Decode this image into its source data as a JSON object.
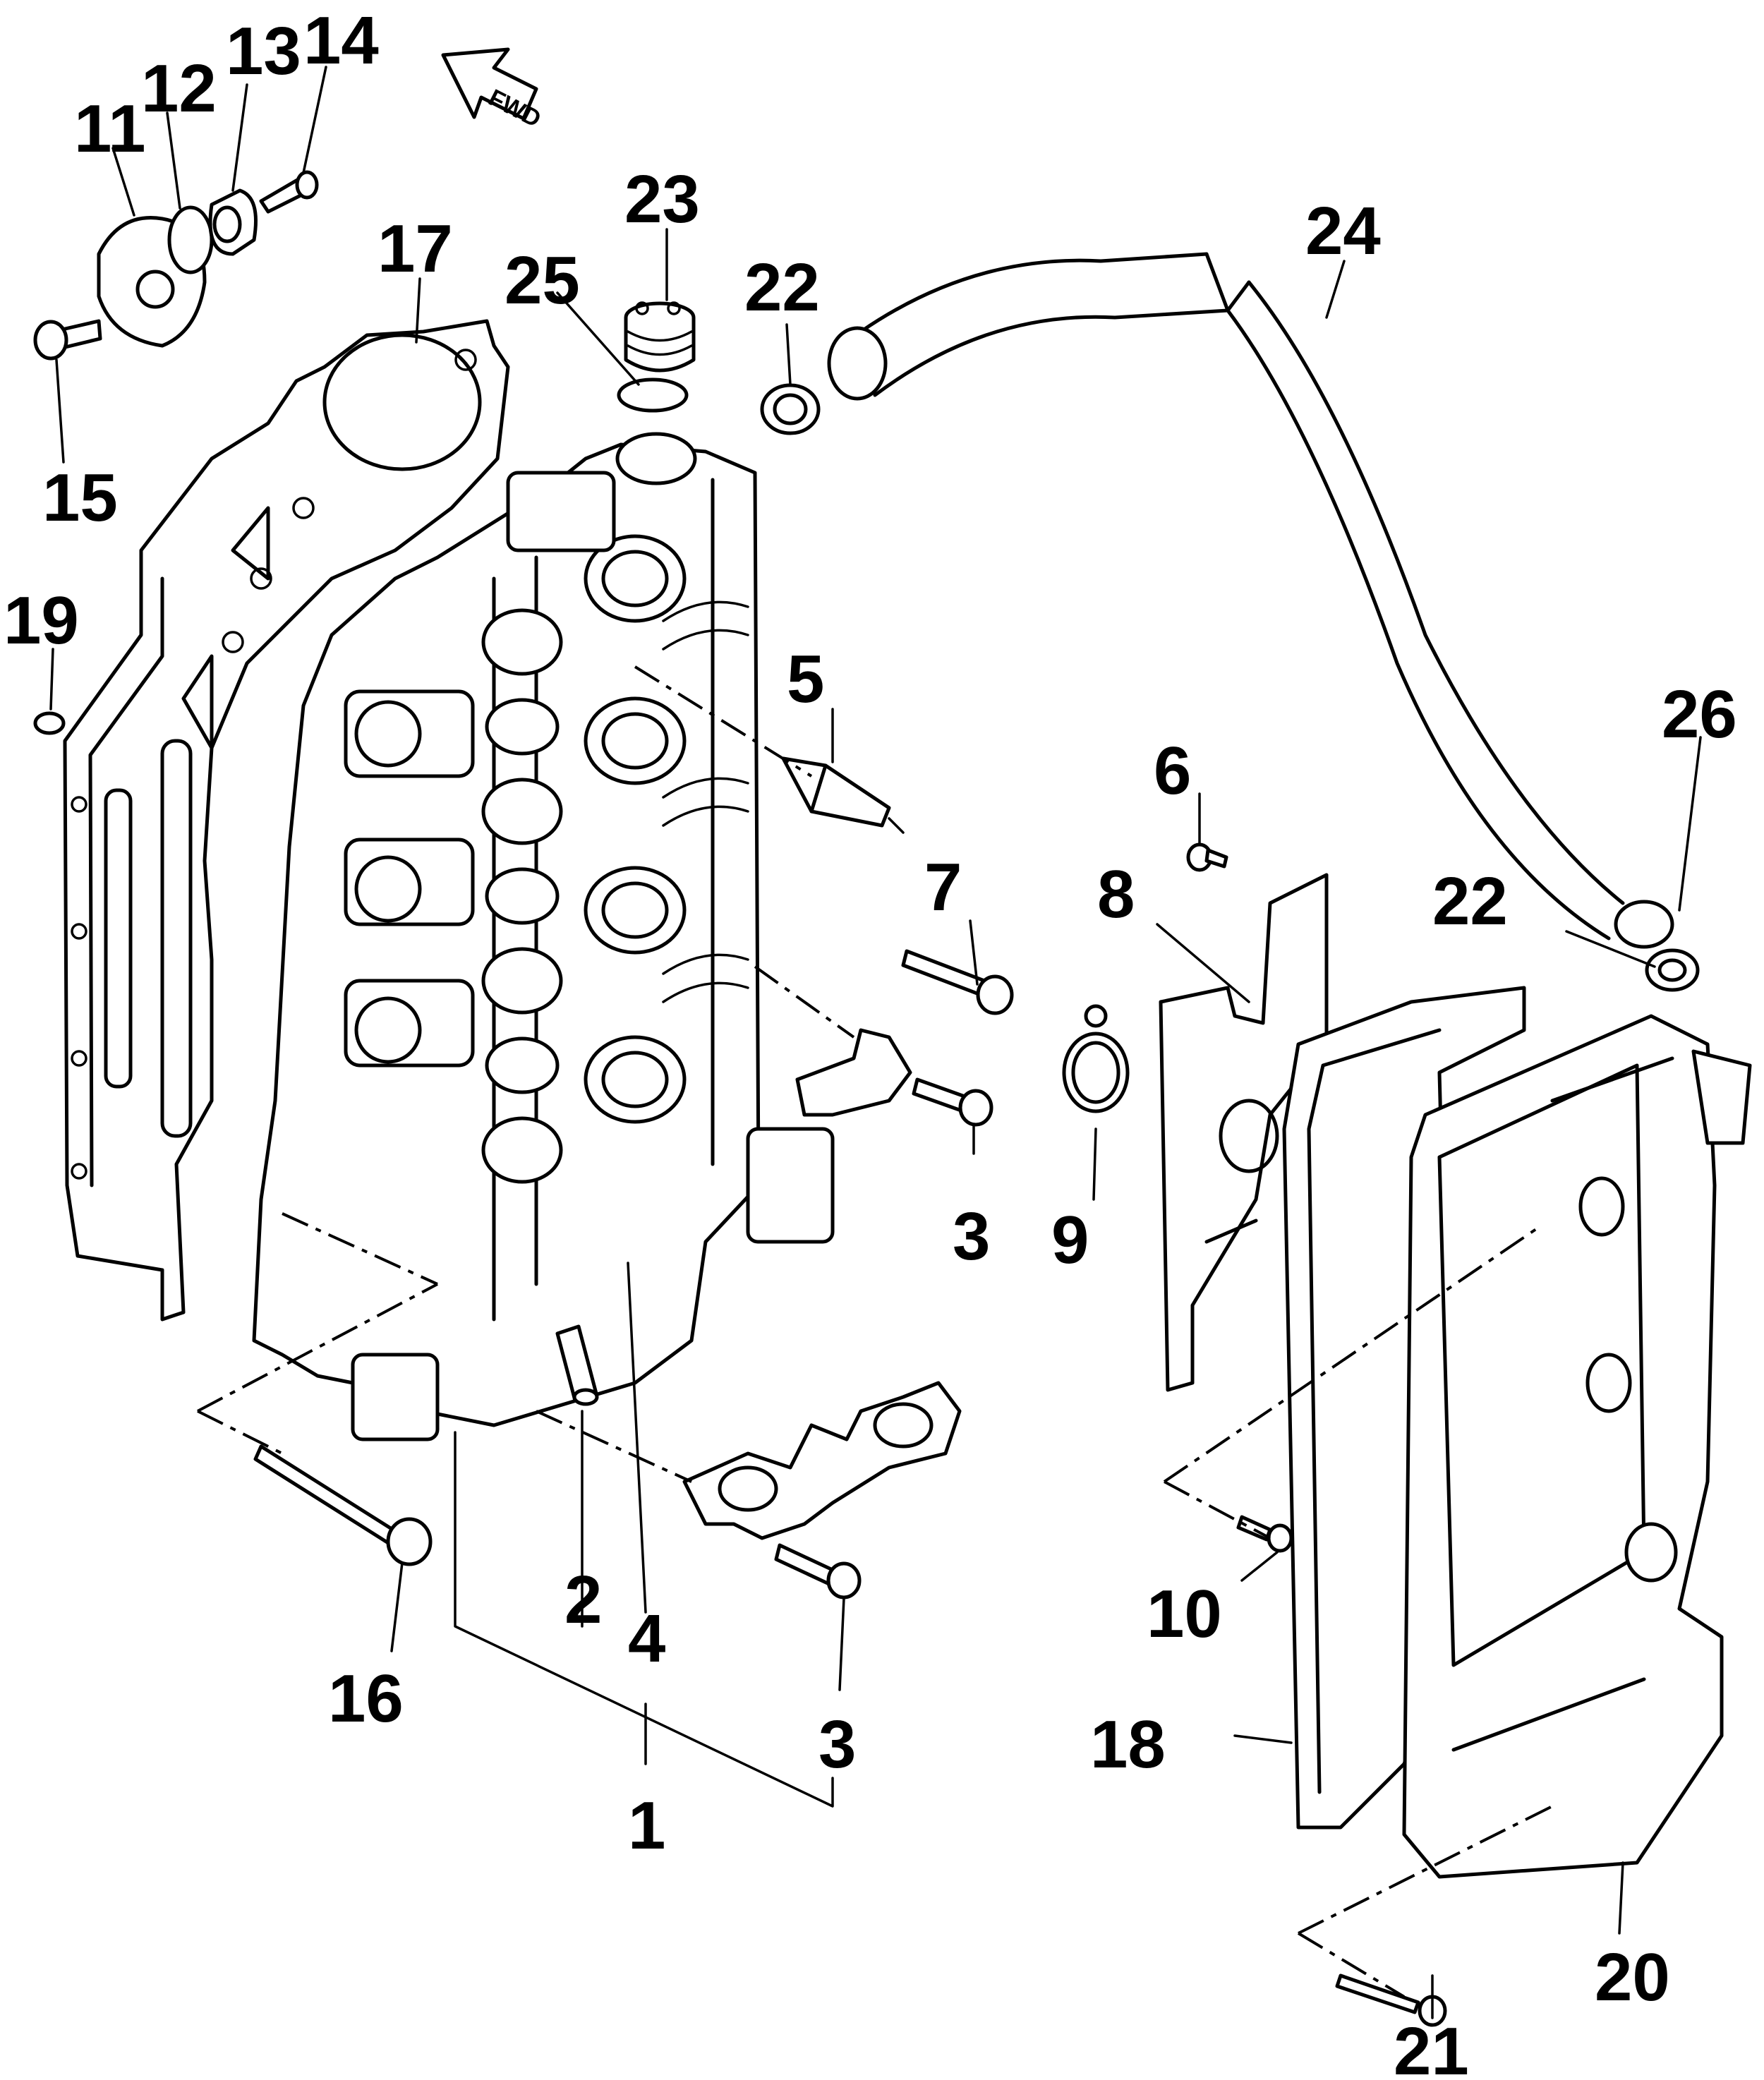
{
  "diagram": {
    "orientation_label": "FWD",
    "watermark": "",
    "callouts": [
      {
        "id": "c1",
        "label": "1"
      },
      {
        "id": "c2",
        "label": "2"
      },
      {
        "id": "c3a",
        "label": "3"
      },
      {
        "id": "c3b",
        "label": "3"
      },
      {
        "id": "c4",
        "label": "4"
      },
      {
        "id": "c5",
        "label": "5"
      },
      {
        "id": "c6",
        "label": "6"
      },
      {
        "id": "c7",
        "label": "7"
      },
      {
        "id": "c8",
        "label": "8"
      },
      {
        "id": "c9",
        "label": "9"
      },
      {
        "id": "c10",
        "label": "10"
      },
      {
        "id": "c11",
        "label": "11"
      },
      {
        "id": "c12",
        "label": "12"
      },
      {
        "id": "c13",
        "label": "13"
      },
      {
        "id": "c14",
        "label": "14"
      },
      {
        "id": "c15",
        "label": "15"
      },
      {
        "id": "c16",
        "label": "16"
      },
      {
        "id": "c17",
        "label": "17"
      },
      {
        "id": "c18",
        "label": "18"
      },
      {
        "id": "c19",
        "label": "19"
      },
      {
        "id": "c20",
        "label": "20"
      },
      {
        "id": "c21",
        "label": "21"
      },
      {
        "id": "c22a",
        "label": "22"
      },
      {
        "id": "c22b",
        "label": "22"
      },
      {
        "id": "c23",
        "label": "23"
      },
      {
        "id": "c24",
        "label": "24"
      },
      {
        "id": "c25",
        "label": "25"
      },
      {
        "id": "c26",
        "label": "26"
      }
    ]
  }
}
